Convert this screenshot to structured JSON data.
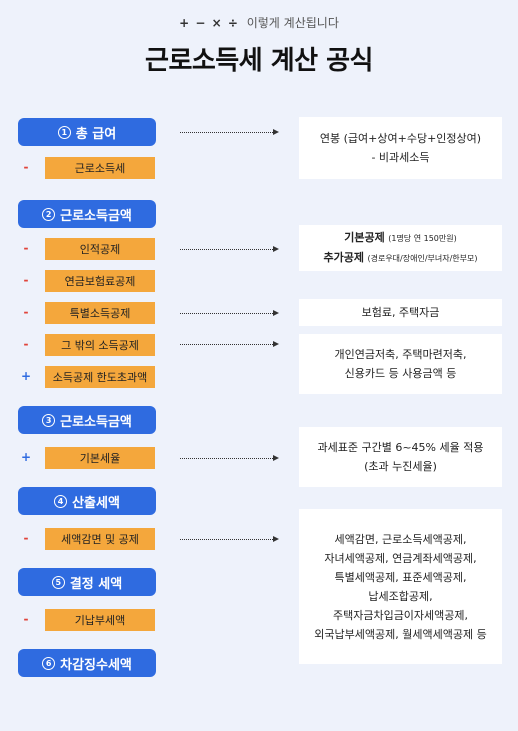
{
  "header": {
    "ops": "+ − × ÷",
    "subtitle": "이렇게 계산됩니다",
    "title": "근로소득세 계산 공식"
  },
  "steps": [
    {
      "num": "1",
      "label": "총 급여"
    },
    {
      "num": "2",
      "label": "근로소득금액"
    },
    {
      "num": "3",
      "label": "근로소득금액"
    },
    {
      "num": "4",
      "label": "산출세액"
    },
    {
      "num": "5",
      "label": "결정 세액"
    },
    {
      "num": "6",
      "label": "차감징수세액"
    }
  ],
  "items": [
    {
      "sign": "-",
      "label": "근로소득세"
    },
    {
      "sign": "-",
      "label": "인적공제"
    },
    {
      "sign": "-",
      "label": "연금보험료공제"
    },
    {
      "sign": "-",
      "label": "특별소득공제"
    },
    {
      "sign": "-",
      "label": "그 밖의 소득공제"
    },
    {
      "sign": "+",
      "label": "소득공제 한도초과액"
    },
    {
      "sign": "+",
      "label": "기본세율"
    },
    {
      "sign": "-",
      "label": "세액감면 및 공제"
    },
    {
      "sign": "-",
      "label": "기납부세액"
    }
  ],
  "descriptions": {
    "d1": {
      "line1": "연봉 (급여+상여+수당+인정상여)",
      "line2": "- 비과세소득"
    },
    "d2": {
      "l1_main": "기본공제",
      "l1_small": "(1명당 연 150만원)",
      "l2_main": "추가공제",
      "l2_small": "(경로우대/장애인/부녀자/한부모)"
    },
    "d3": {
      "line1": "보험료, 주택자금"
    },
    "d4": {
      "line1": "개인연금저축, 주택마련저축,",
      "line2": "신용카드 등 사용금액 등"
    },
    "d5": {
      "line1": "과세표준 구간별 6~45% 세율 적용",
      "line2": "(초과 누진세율)"
    },
    "d6": {
      "line1": "세액감면, 근로소득세액공제,",
      "line2": "자녀세액공제, 연금계좌세액공제,",
      "line3": "특별세액공제, 표준세액공제,",
      "line4": "납세조합공제,",
      "line5": "주택자금차입금이자세액공제,",
      "line6": "외국납부세액공제, 월세액세액공제 등"
    }
  }
}
